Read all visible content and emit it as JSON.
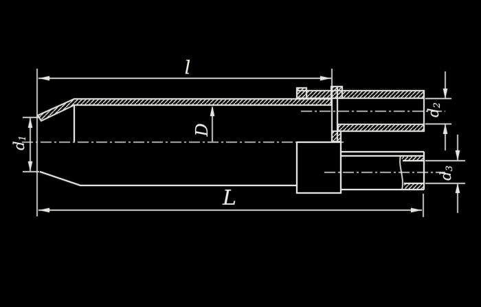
{
  "drawing": {
    "background": "#000000",
    "line_color": "#e4e4e2",
    "dimensions": {
      "l": {
        "label": "l"
      },
      "L": {
        "label": "L"
      },
      "D": {
        "label": "D"
      },
      "d1": {
        "base": "d",
        "sub": "1"
      },
      "d2": {
        "base": "d",
        "sub": "2"
      },
      "d3": {
        "base": "d",
        "sub": "3"
      }
    }
  }
}
